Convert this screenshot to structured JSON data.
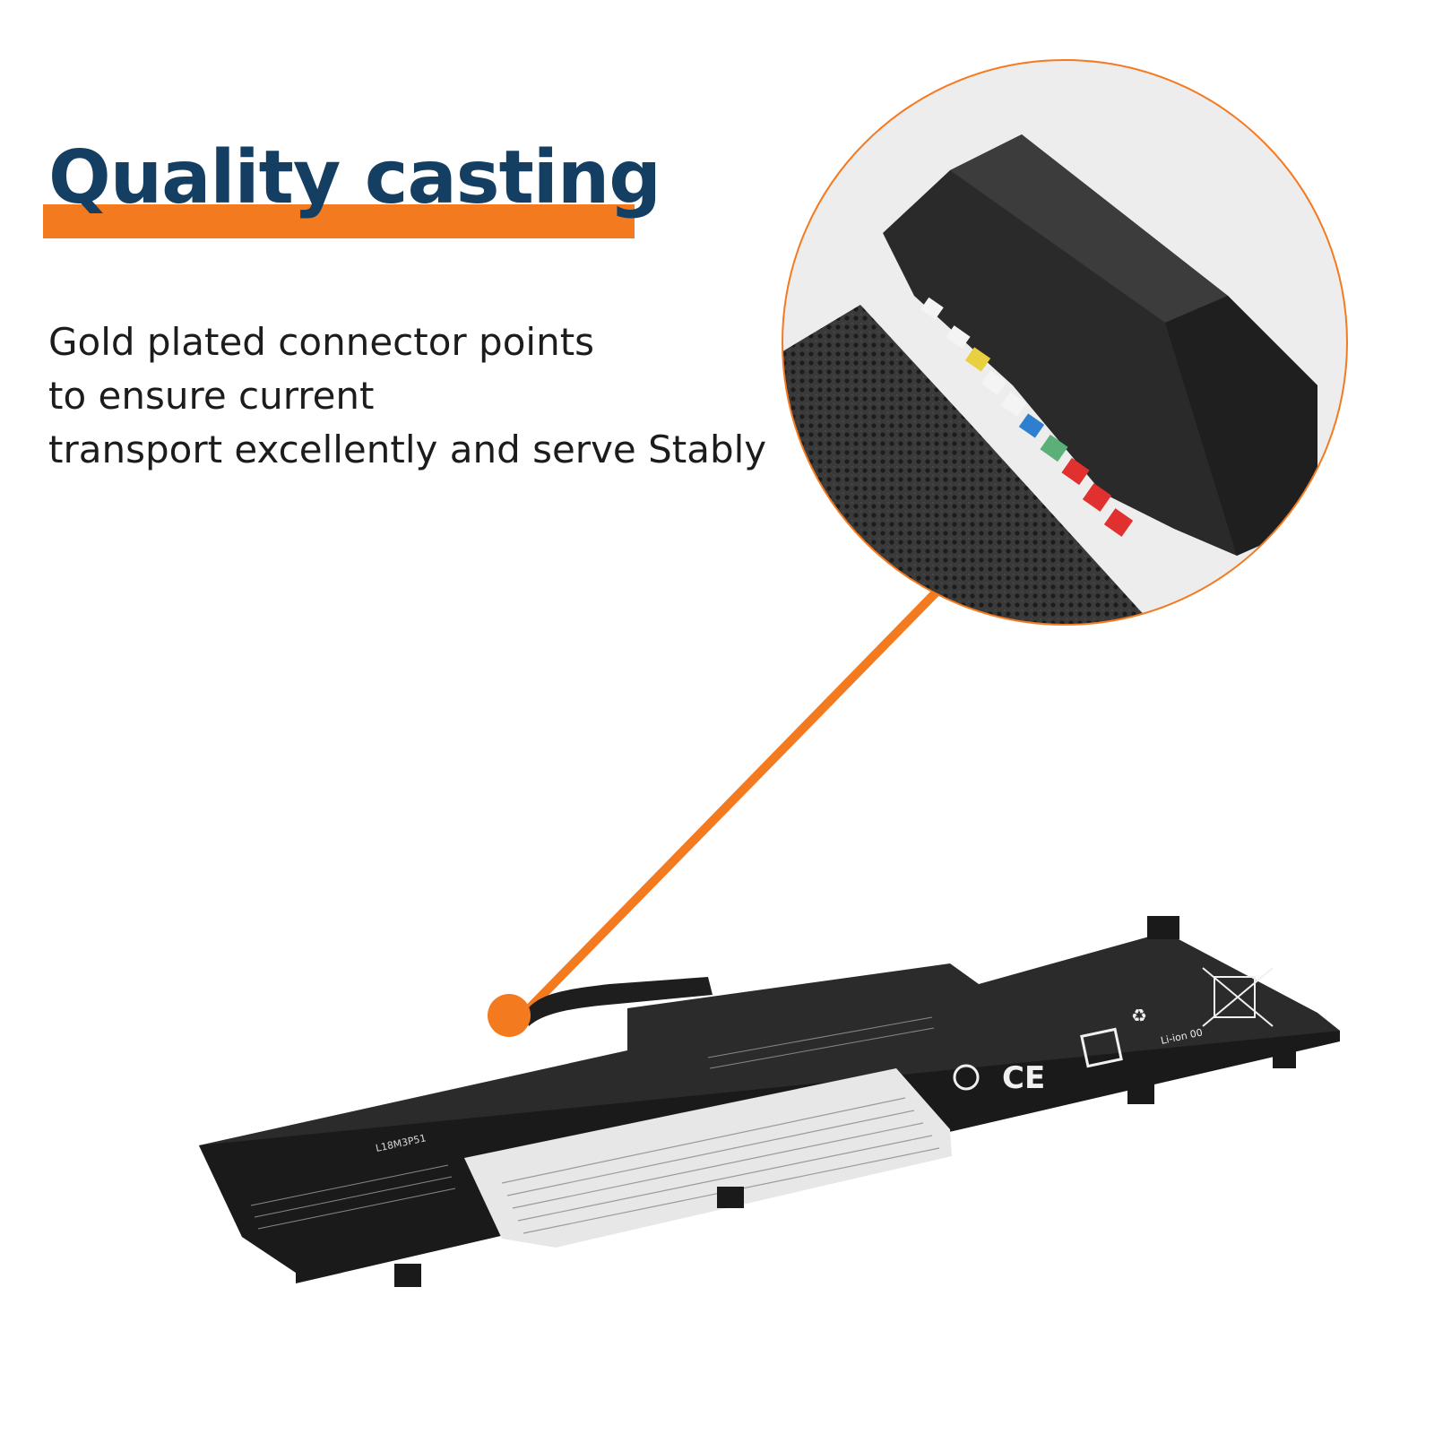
{
  "headline": {
    "title": "Quality casting"
  },
  "description": {
    "lines": [
      "Gold plated connector points",
      "to ensure current",
      "transport excellently and serve Stably"
    ]
  },
  "battery_label": {
    "model_name": "L18M3P51",
    "cert_text": "Li-ion 00"
  },
  "colors": {
    "accent": "#f47a20",
    "headline": "#143f63",
    "battery": "#2b2b2b"
  }
}
